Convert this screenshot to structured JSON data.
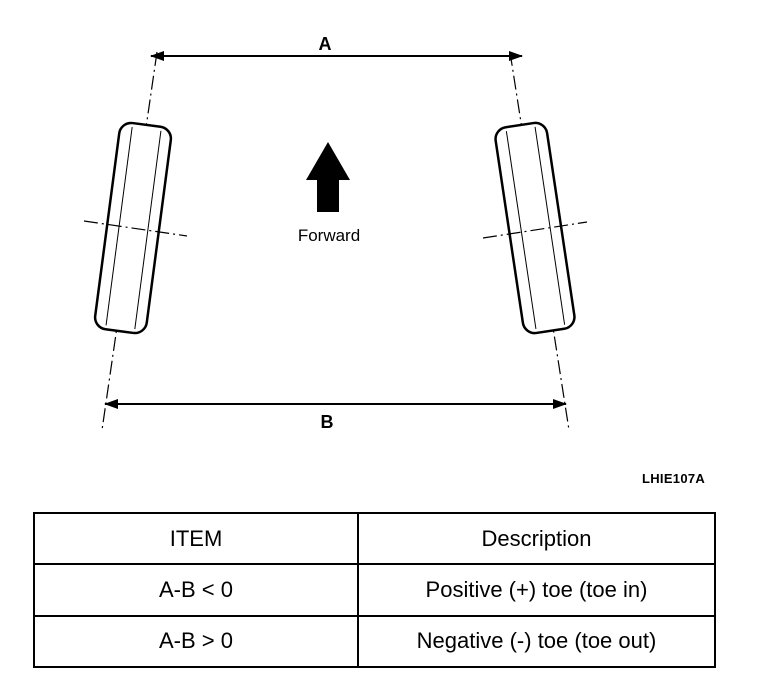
{
  "diagram": {
    "label_a": "A",
    "label_b": "B",
    "forward_label": "Forward",
    "figure_id": "LHIE107A"
  },
  "table": {
    "headers": [
      "ITEM",
      "Description"
    ],
    "rows": [
      [
        "A-B < 0",
        "Positive (+) toe (toe in)"
      ],
      [
        "A-B > 0",
        "Negative (-) toe (toe out)"
      ]
    ]
  }
}
